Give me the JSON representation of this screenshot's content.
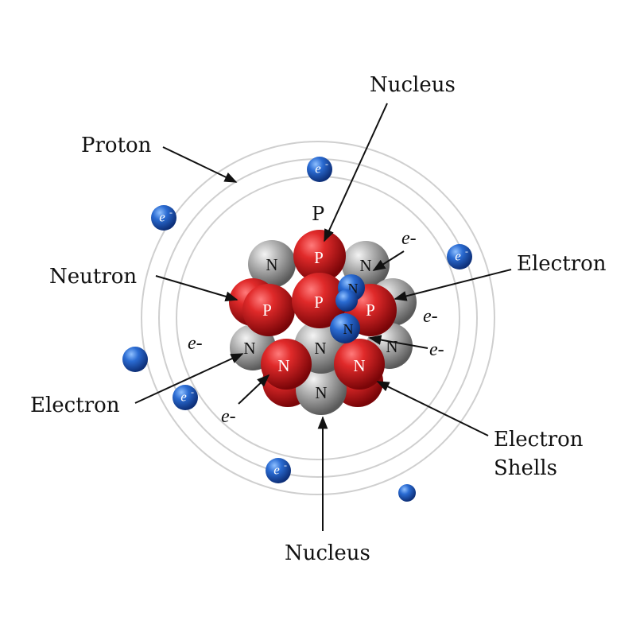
{
  "labels": {
    "nucleus_top": "Nucleus",
    "proton": "Proton",
    "neutron": "Neutron",
    "electron_right": "Electron",
    "electron_left": "Electron",
    "electron_shells_line1": "Electron",
    "electron_shells_line2": "Shells",
    "nucleus_bottom": "Nucleus"
  },
  "particle_letters": {
    "proton": "P",
    "neutron": "N"
  },
  "electron_symbol": "e",
  "electron_marks": {
    "near_top_right": "e-",
    "right_1": "e-",
    "right_2": "e-",
    "left": "e-",
    "bottom_left": "e-"
  },
  "proton_top_mark": "P",
  "colors": {
    "proton": "#c8141c",
    "neutron": "#9a9a9a",
    "electron": "#1a57b8",
    "orbit": "#cfcfcf",
    "text": "#111111"
  }
}
